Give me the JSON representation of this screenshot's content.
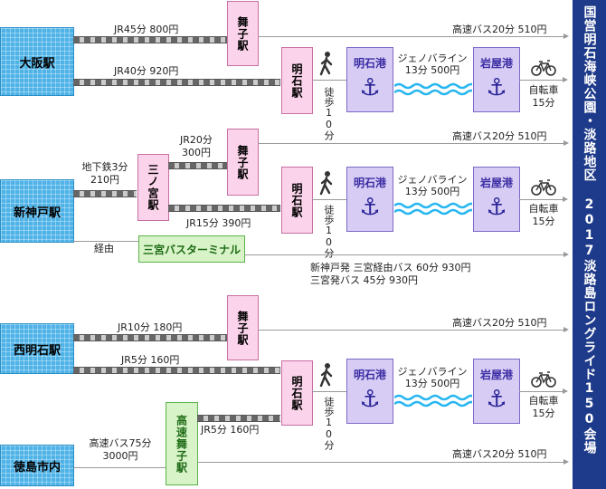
{
  "banner": "国営明石海峡公園・淡路地区 2017淡路島ロングライド150会場",
  "stations": {
    "osaka": "大阪駅",
    "shinkobe": "新神戸駅",
    "nishiakashi": "西明石駅",
    "tokushima": "徳島市内",
    "maiko": "舞子駅",
    "akashi": "明石駅",
    "sannomiya": "三ノ宮駅",
    "kosoku_maiko": "高速舞子駅",
    "sannomiya_bus": "三宮バスターミナル",
    "akashi_port": "明石港",
    "iwaya_port": "岩屋港"
  },
  "routes": {
    "osaka_maiko": "JR45分 800円",
    "osaka_akashi": "JR40分 920円",
    "express_bus": "高速バス20分 510円",
    "ferry_1": "ジェノバライン",
    "ferry_2": "13分 500円",
    "walk": "徒歩10分",
    "bike_1": "自転車",
    "bike_2": "15分",
    "subway_1": "地下鉄3分",
    "subway_2": "210円",
    "sannomiya_maiko_1": "JR20分",
    "sannomiya_maiko_2": "300円",
    "sannomiya_akashi": "JR15分 390円",
    "via": "経由",
    "bus_note_1": "新神戸発 三宮経由バス 60分 930円",
    "bus_note_2": "三宮発バス 45分 930円",
    "nishiakashi_maiko": "JR10分 180円",
    "nishiakashi_akashi": "JR5分 160円",
    "kosoku_akashi": "JR5分 160円",
    "tokushima_bus_1": "高速バス75分",
    "tokushima_bus_2": "3000円"
  },
  "icons": {
    "walk": "walking-person-icon",
    "anchor": "anchor-icon",
    "bike": "bicycle-icon",
    "wave": "wave-icon"
  }
}
